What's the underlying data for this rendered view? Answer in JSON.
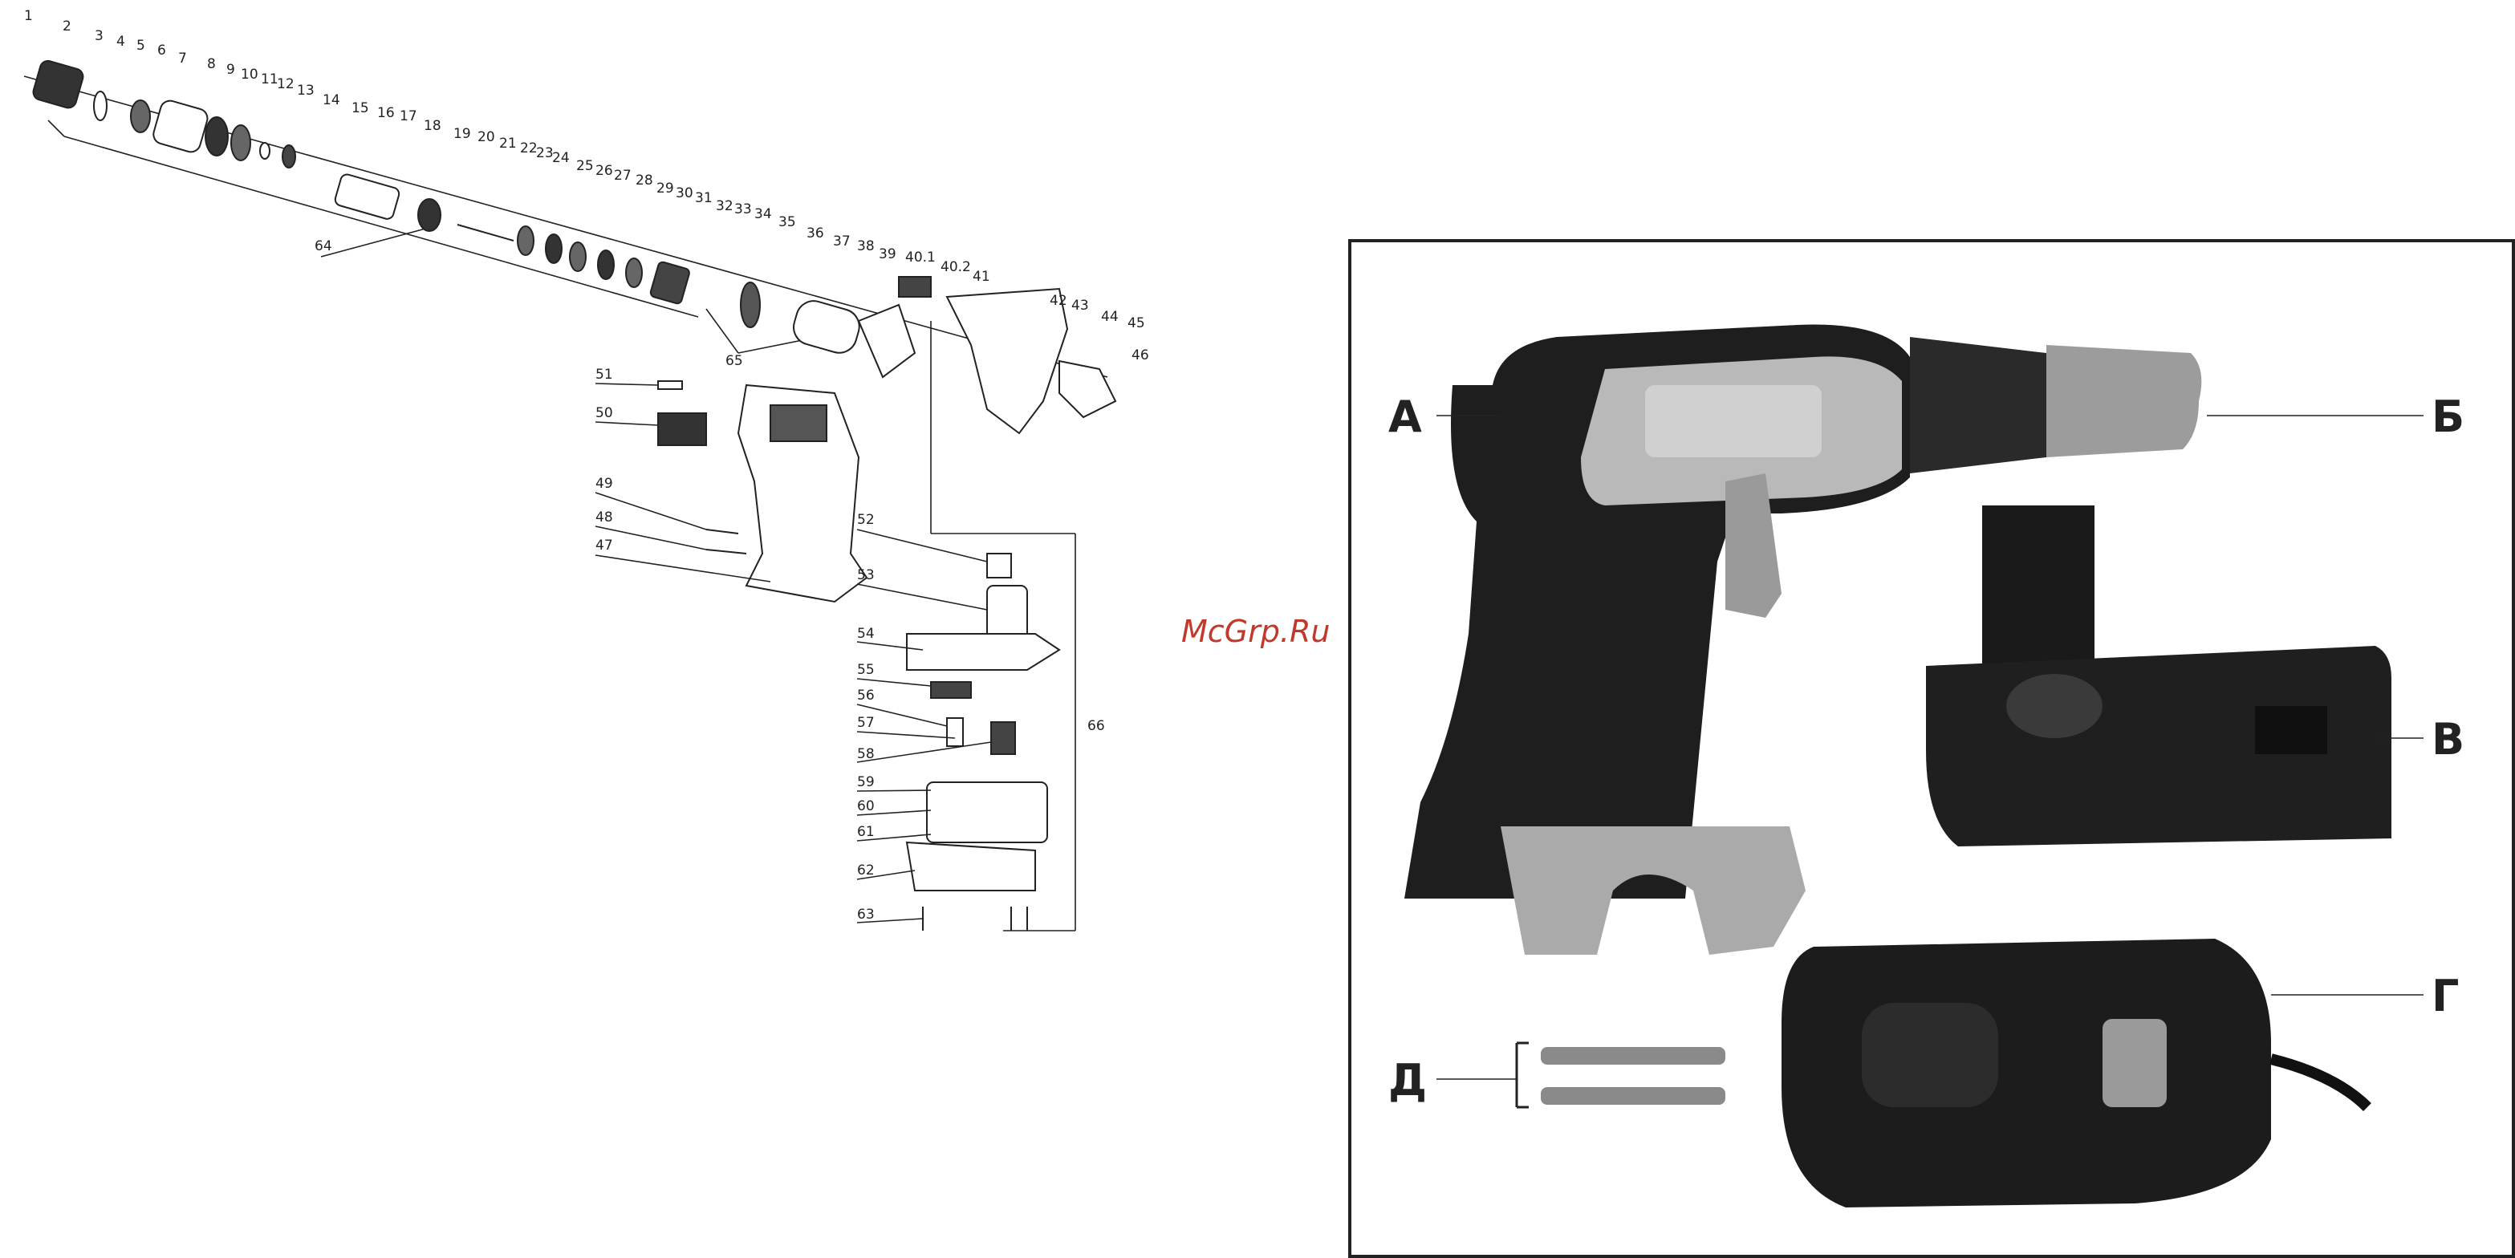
{
  "watermark": "McGrp.Ru",
  "callouts": {
    "a": "А",
    "b": "Б",
    "v": "В",
    "g": "Г",
    "d": "Д"
  },
  "explode_labels": {
    "p1": "1",
    "p2": "2",
    "p3": "3",
    "p4": "4",
    "p5": "5",
    "p6": "6",
    "p7": "7",
    "p8": "8",
    "p9": "9",
    "p10": "10",
    "p11": "11",
    "p12": "12",
    "p13": "13",
    "p14": "14",
    "p15": "15",
    "p16": "16",
    "p17": "17",
    "p18": "18",
    "p19": "19",
    "p20": "20",
    "p21": "21",
    "p22": "22",
    "p23": "23",
    "p24": "24",
    "p25": "25",
    "p26": "26",
    "p27": "27",
    "p28": "28",
    "p29": "29",
    "p30": "30",
    "p31": "31",
    "p32": "32",
    "p33": "33",
    "p34": "34",
    "p35": "35",
    "p36": "36",
    "p37": "37",
    "p38": "38",
    "p39": "39",
    "p40_1": "40.1",
    "p40_2": "40.2",
    "p41": "41",
    "p42": "42",
    "p43": "43",
    "p44": "44",
    "p45": "45",
    "p46": "46",
    "p47": "47",
    "p48": "48",
    "p49": "49",
    "p50": "50",
    "p51": "51",
    "p52": "52",
    "p53": "53",
    "p54": "54",
    "p55": "55",
    "p56": "56",
    "p57": "57",
    "p58": "58",
    "p59": "59",
    "p60": "60",
    "p61": "61",
    "p62": "62",
    "p63": "63",
    "p64": "64",
    "p65": "65",
    "p66": "66"
  },
  "colors": {
    "line": "#222222",
    "drill_body": "#1e1e1e",
    "drill_accent": "#b9b9b9",
    "watermark": "#c0392b"
  }
}
